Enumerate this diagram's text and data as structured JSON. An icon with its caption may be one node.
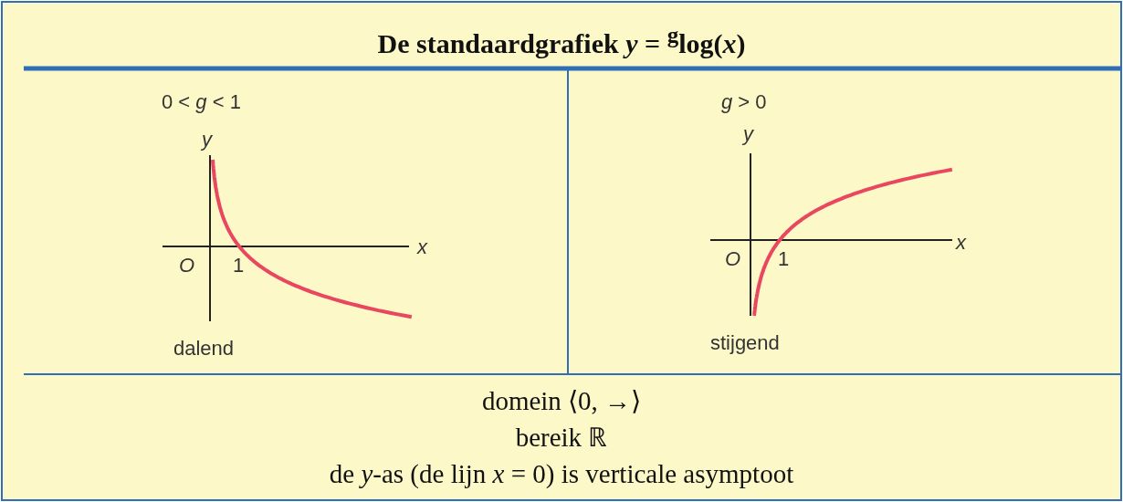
{
  "diagram": {
    "title": "De standaardgrafiek *y* = $^{g}$log(*x*)",
    "labels": [
      "0 < *g* < 1",
      "y",
      "x",
      "O",
      "1",
      "dalend",
      "*g* > 0",
      "y",
      "x",
      "O",
      "1",
      "stijgend",
      "domein ⟨0, →⟩",
      "bereik ℝ",
      "de *y*-as (de lijn *x* = 0) is verticale asymptoot"
    ]
  }
}
